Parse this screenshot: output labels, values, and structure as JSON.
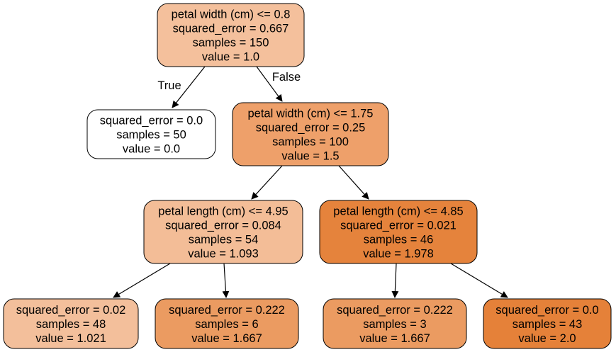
{
  "tree": {
    "nodes": [
      {
        "id": "n0",
        "lines": [
          "petal width (cm) <= 0.8",
          "squared_error = 0.667",
          "samples = 150",
          "value = 1.0"
        ],
        "fill": "#f4c09c"
      },
      {
        "id": "n1",
        "lines": [
          "squared_error = 0.0",
          "samples = 50",
          "value = 0.0"
        ],
        "fill": "#ffffff"
      },
      {
        "id": "n2",
        "lines": [
          "petal width (cm) <= 1.75",
          "squared_error = 0.25",
          "samples = 100",
          "value = 1.5"
        ],
        "fill": "#eea06a"
      },
      {
        "id": "n3",
        "lines": [
          "petal length (cm) <= 4.95",
          "squared_error = 0.084",
          "samples = 54",
          "value = 1.093"
        ],
        "fill": "#f3bd97"
      },
      {
        "id": "n4",
        "lines": [
          "petal length (cm) <= 4.85",
          "squared_error = 0.021",
          "samples = 46",
          "value = 1.978"
        ],
        "fill": "#e5833c"
      },
      {
        "id": "n5",
        "lines": [
          "squared_error = 0.02",
          "samples = 48",
          "value = 1.021"
        ],
        "fill": "#f3bf9b"
      },
      {
        "id": "n6",
        "lines": [
          "squared_error = 0.222",
          "samples = 6",
          "value = 1.667"
        ],
        "fill": "#eb9b61"
      },
      {
        "id": "n7",
        "lines": [
          "squared_error = 0.222",
          "samples = 3",
          "value = 1.667"
        ],
        "fill": "#eb9b61"
      },
      {
        "id": "n8",
        "lines": [
          "squared_error = 0.0",
          "samples = 43",
          "value = 2.0"
        ],
        "fill": "#e58139"
      }
    ],
    "edges": [
      {
        "from": "n0",
        "to": "n1",
        "label": "True"
      },
      {
        "from": "n0",
        "to": "n2",
        "label": "False"
      },
      {
        "from": "n2",
        "to": "n3",
        "label": ""
      },
      {
        "from": "n2",
        "to": "n4",
        "label": ""
      },
      {
        "from": "n3",
        "to": "n5",
        "label": ""
      },
      {
        "from": "n3",
        "to": "n6",
        "label": ""
      },
      {
        "from": "n4",
        "to": "n7",
        "label": ""
      },
      {
        "from": "n4",
        "to": "n8",
        "label": ""
      }
    ]
  }
}
